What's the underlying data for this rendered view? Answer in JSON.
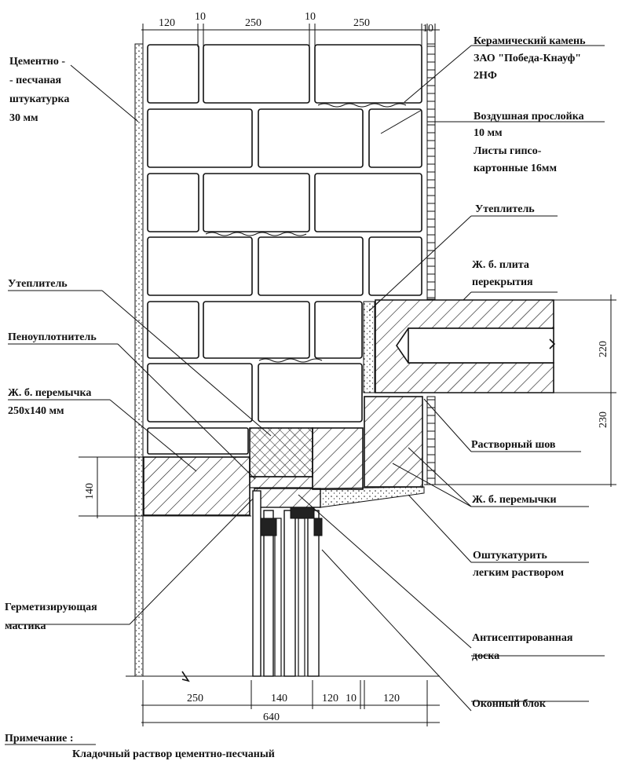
{
  "dimensions": {
    "top": [
      "120",
      "10",
      "250",
      "10",
      "250",
      "10"
    ],
    "bottom": [
      "250",
      "140",
      "120",
      "10",
      "120"
    ],
    "total_bottom": "640",
    "left_height": "140",
    "right_upper": "220",
    "right_lower": "230"
  },
  "labels": {
    "plaster_1": "Цементно -",
    "plaster_2": "- песчаная",
    "plaster_3": "штукатурка",
    "plaster_4": "30 мм",
    "ceramic_1": "Керамический камень",
    "ceramic_2": "ЗАО \"Победа-Кнауф\"",
    "ceramic_3": "2НФ",
    "air_1": "Воздушная прослойка",
    "air_2": "10 мм",
    "gypsum_1": "Листы гипсо-",
    "gypsum_2": "картонные  16мм",
    "insul_right": "Утеплитель",
    "slab_1": "Ж. б. плита",
    "slab_2": "перекрытия",
    "insul_left": "Утеплитель",
    "foam": "Пеноуплотнитель",
    "lintel_1": "Ж. б. перемычка",
    "lintel_2": "250x140 мм",
    "mortar_joint": "Растворный шов",
    "lintels": "Ж. б. перемычки",
    "render_1": "Оштукатурить",
    "render_2": "легким раствором",
    "sealant_1": "Герметизирующая",
    "sealant_2": "мастика",
    "board_1": "Антисептированная",
    "board_2": "доска",
    "window": "Оконный блок",
    "note_title": "Примечание :",
    "note_text": "Кладочный раствор цементно-песчаный"
  }
}
